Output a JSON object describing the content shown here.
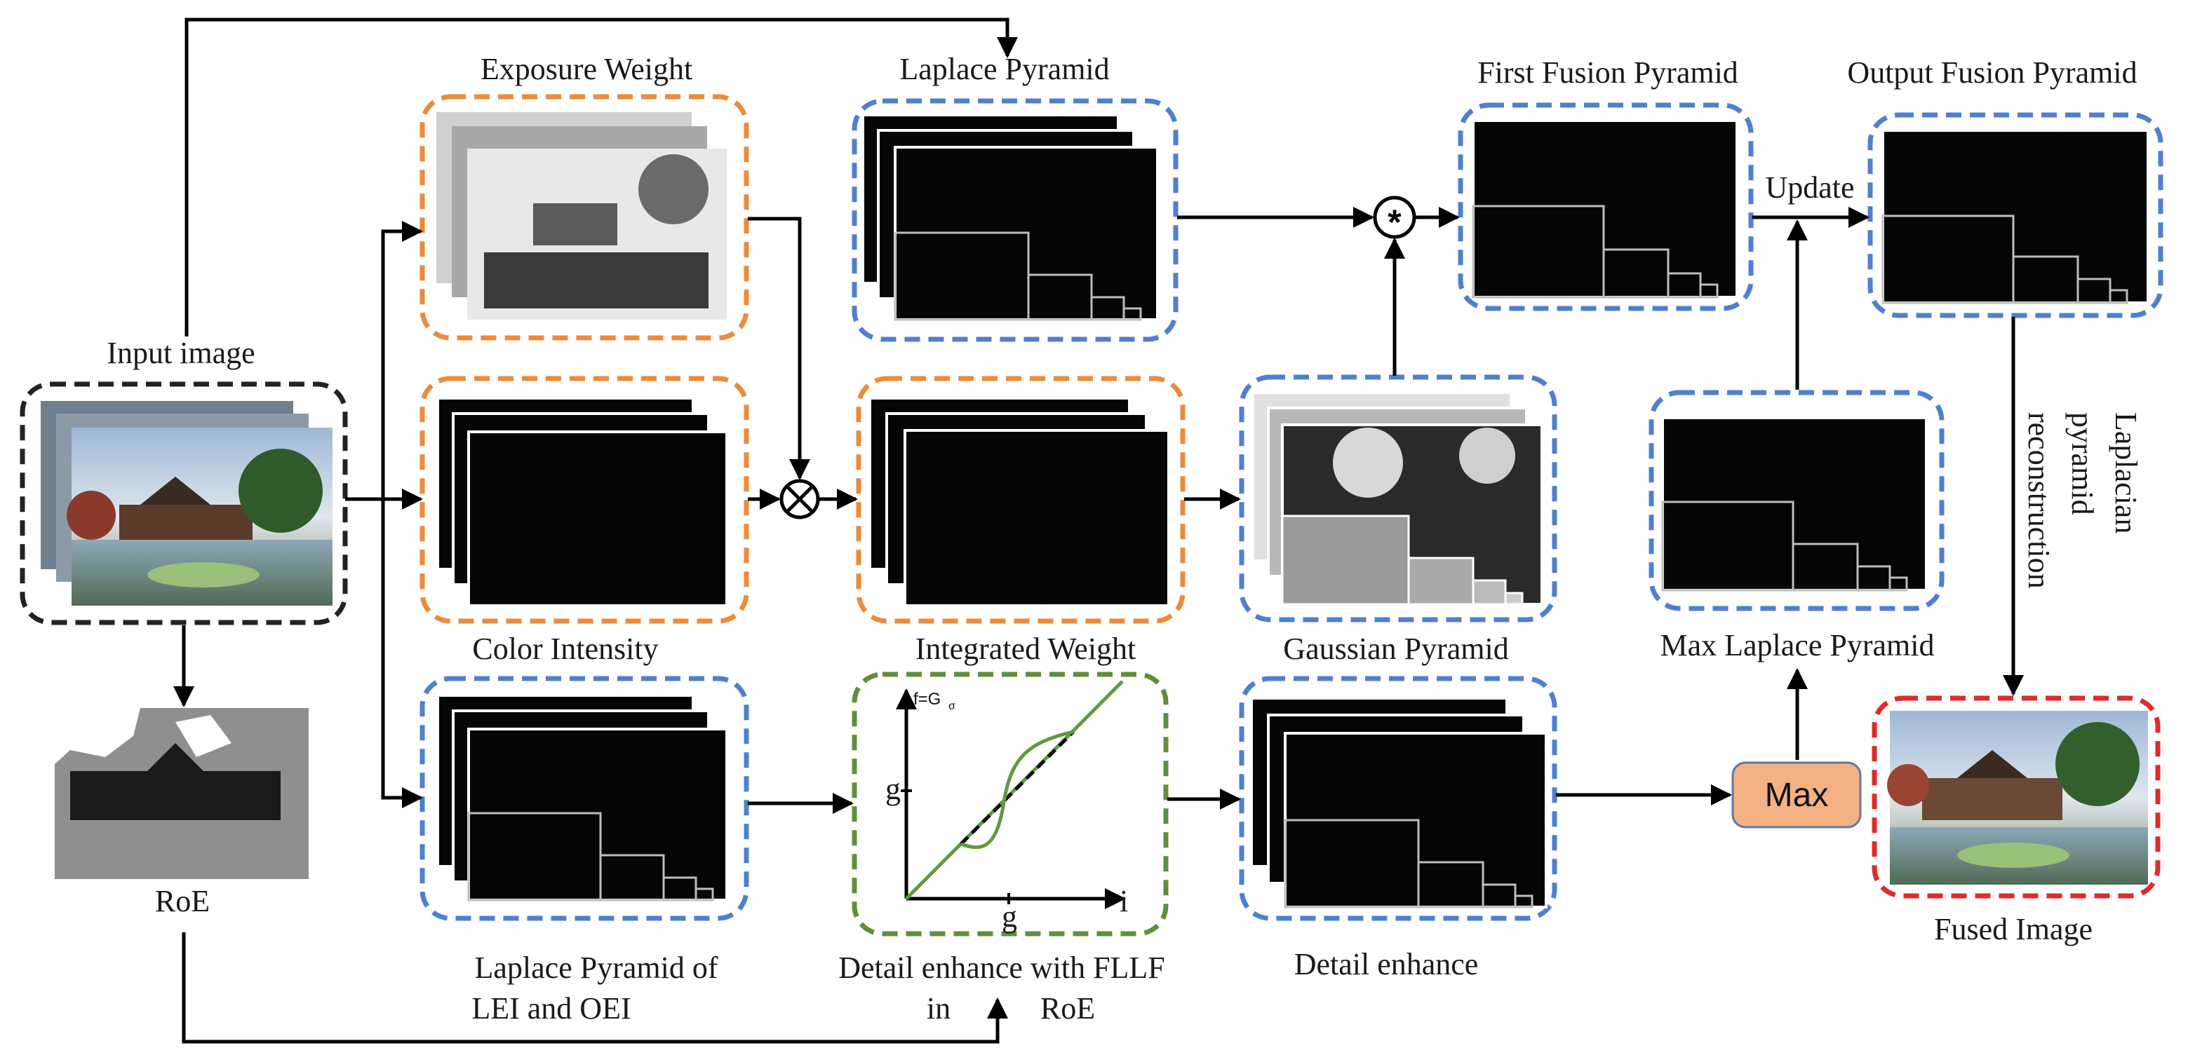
{
  "labels": {
    "input_image": "Input image",
    "roe": "RoE",
    "exposure_weight": "Exposure Weight",
    "color_intensity": "Color Intensity",
    "laplace_pyramid_lei_oei_1": "Laplace Pyramid of",
    "laplace_pyramid_lei_oei_2": "LEI and OEI",
    "laplace_pyramid": "Laplace Pyramid",
    "integrated_weight": "Integrated Weight",
    "detail_fllf_1": "Detail enhance with FLLF",
    "detail_fllf_2": "in",
    "detail_fllf_3": "RoE",
    "gaussian_pyramid": "Gaussian Pyramid",
    "detail_enhance": "Detail enhance",
    "first_fusion_pyramid": "First Fusion Pyramid",
    "output_fusion_pyramid": "Output Fusion Pyramid",
    "update": "Update",
    "max_laplace_pyramid": "Max Laplace Pyramid",
    "max": "Max",
    "recon_1": "Laplacian",
    "recon_2": "pyramid",
    "recon_3": "reconstruction",
    "fused_image": "Fused Image"
  },
  "curve": {
    "f_label": "f=G",
    "sigma": "σ",
    "g_label_y": "g",
    "g_label_x": "g",
    "i_label": "i"
  },
  "operators": {
    "multiply": "⊗",
    "fuse": "*"
  },
  "colors": {
    "blue_box": "#4f7fd0",
    "orange_box": "#ee8a3a",
    "green_box": "#5f8f3a",
    "black_box": "#222222",
    "red_box": "#e02a2a",
    "max_fill": "#f4b183"
  }
}
